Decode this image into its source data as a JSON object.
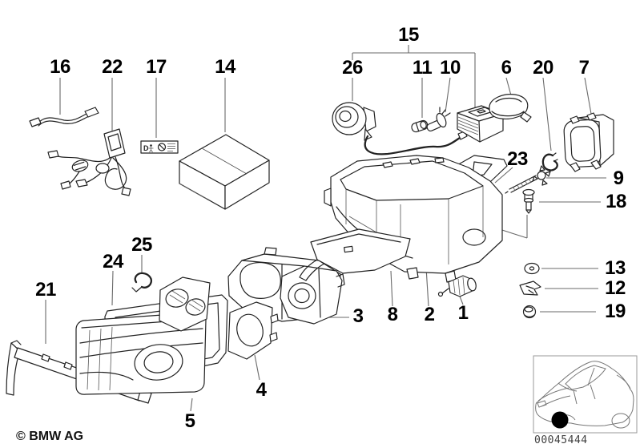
{
  "diagram": {
    "part_labels": {
      "1": "1",
      "2": "2",
      "3": "3",
      "4": "4",
      "5": "5",
      "6": "6",
      "7": "7",
      "8": "8",
      "9": "9",
      "10": "10",
      "11": "11",
      "12": "12",
      "13": "13",
      "14": "14",
      "15": "15",
      "16": "16",
      "17": "17",
      "18": "18",
      "19": "19",
      "20": "20",
      "21": "21",
      "22": "22",
      "23": "23",
      "24": "24",
      "25": "25",
      "26": "26"
    },
    "sticker": {
      "letter": "D"
    },
    "footer": {
      "copyright": "© BMW AG"
    },
    "inset": {
      "image_number": "00045444"
    },
    "colors": {
      "line": "#222222",
      "leader": "#6a6a6a",
      "label_text": "#000000",
      "background": "#ffffff",
      "marker": "#000000",
      "inset_border": "#999999"
    }
  }
}
